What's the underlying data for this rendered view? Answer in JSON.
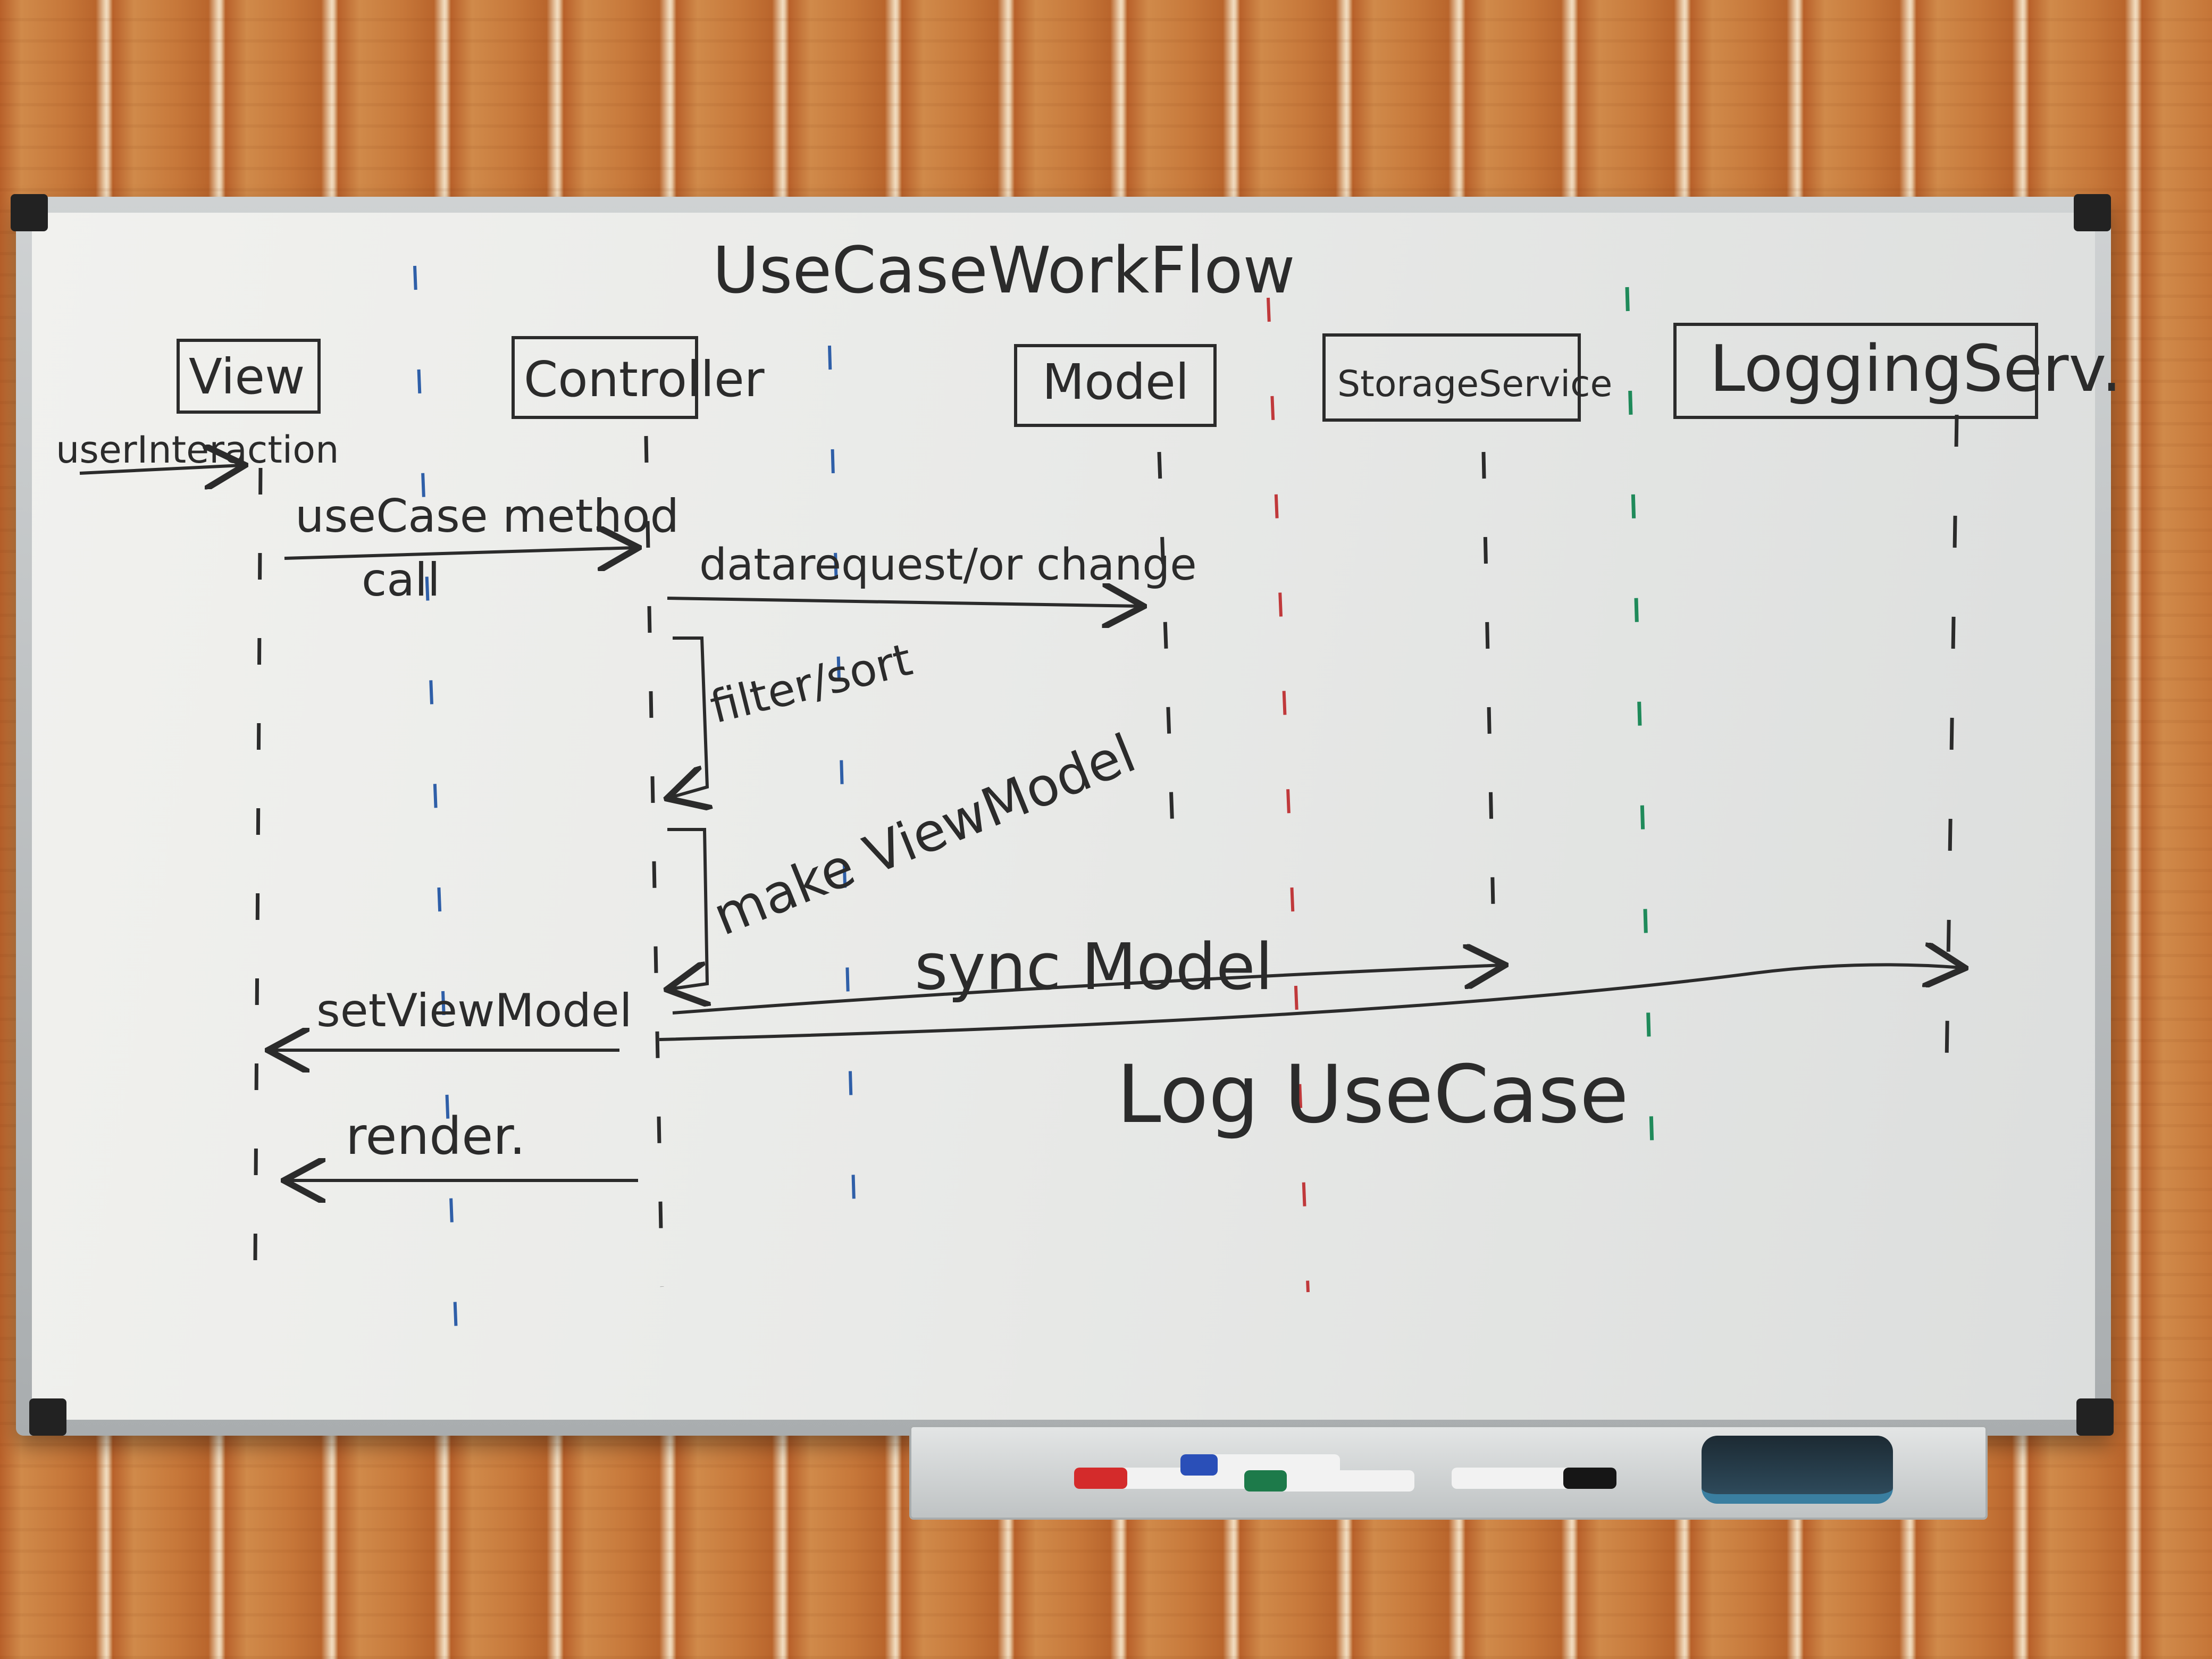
{
  "diagram": {
    "title": "UseCaseWorkFlow",
    "participants": [
      {
        "id": "view",
        "label": "View"
      },
      {
        "id": "controller",
        "label": "Controller"
      },
      {
        "id": "model",
        "label": "Model"
      },
      {
        "id": "storage",
        "label": "StorageService"
      },
      {
        "id": "logging",
        "label": "LoggingServ."
      }
    ],
    "messages": {
      "user_interaction": "userInteraction",
      "usecase_method_line1": "useCase method",
      "usecase_method_line2": "call",
      "data_request": "datarequest/or change",
      "filter_sort": "filter/sort",
      "make_viewmodel": "make ViewModel",
      "set_viewmodel": "setViewModel",
      "sync_model": "sync Model",
      "render": "render.",
      "log_usecase": "Log UseCase"
    }
  },
  "colors": {
    "ink_black": "#2b2b2b",
    "ink_blue": "#2f5fa8",
    "ink_red": "#c0393b",
    "ink_green": "#1f8a5a"
  },
  "tray_items": [
    "red-marker",
    "blue-marker",
    "green-marker",
    "black-marker",
    "eraser"
  ]
}
